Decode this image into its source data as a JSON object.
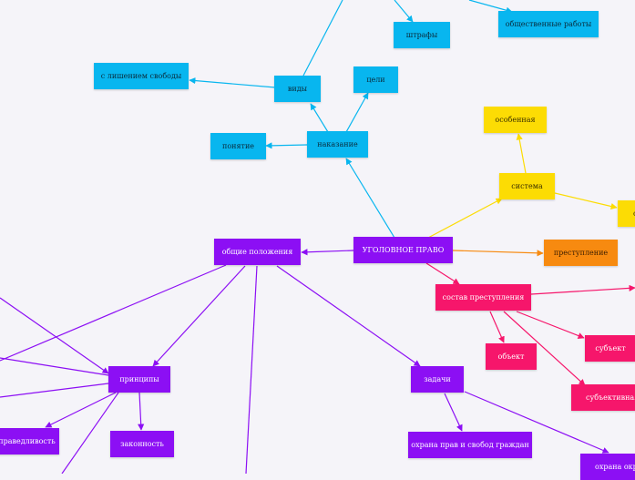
{
  "colors": {
    "blue": "#08b6ef",
    "yellow": "#fcdc04",
    "orange": "#f78a10",
    "purple": "#8c0ff4",
    "pink": "#f6166b"
  },
  "nodes": {
    "root": "УГОЛОВНОЕ ПРАВО",
    "nakazanie": "наказание",
    "vidy": "виды",
    "celi": "цели",
    "ponyatie": "понятие",
    "lishenie": "с лишением свободы",
    "shtrafy": "штрафы",
    "obshchestvennye": "общественные работы",
    "sistema": "система",
    "osobennaya": "особенная",
    "obshchaya_cut": "о",
    "prestuplenie": "преступление",
    "sostav": "состав преступления",
    "obekt": "объект",
    "subekt": "субъект",
    "subektivnaya": "субъективная ст",
    "obshchie": "общие положения",
    "principy": "принципы",
    "zakonnost": "законность",
    "spravedlivost": "праведливость",
    "zadachi": "задачи",
    "ohrana_prav": "охрана прав и свобод граждан",
    "ohrana_okr": "охрана окру"
  }
}
